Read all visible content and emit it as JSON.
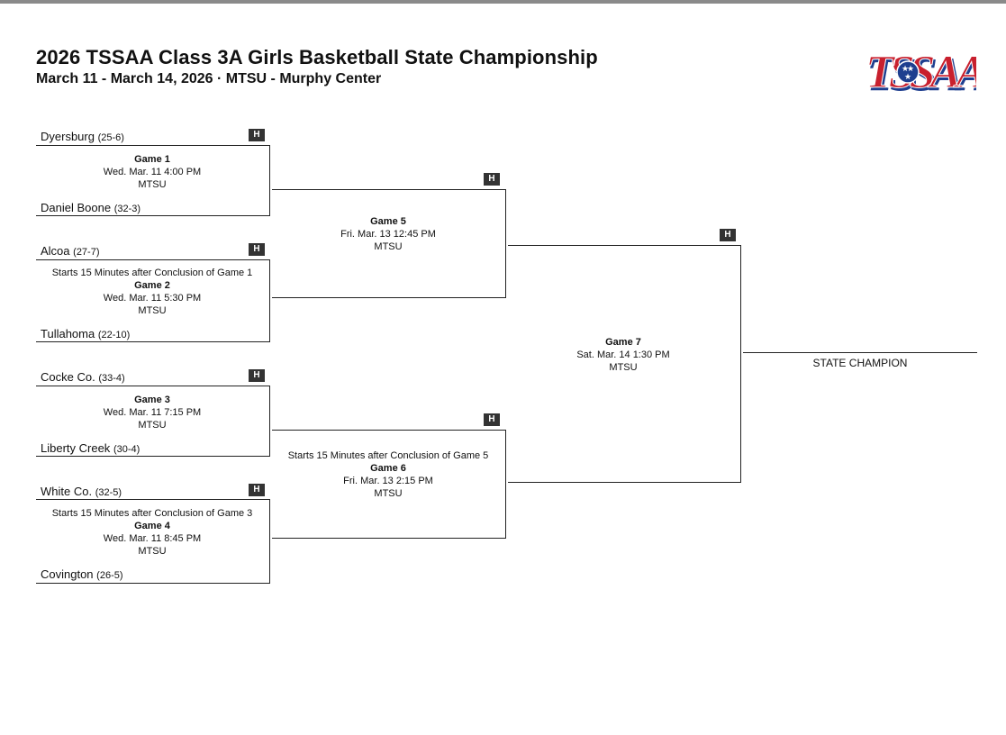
{
  "header": {
    "title": "2026 TSSAA Class 3A Girls Basketball State Championship",
    "subtitle": "March 11 - March 14, 2026 · MTSU - Murphy Center",
    "logo_text": "TSSAA"
  },
  "host_badge": "H",
  "teams": [
    {
      "name": "Dyersburg",
      "record": "(25-6)"
    },
    {
      "name": "Daniel Boone",
      "record": "(32-3)"
    },
    {
      "name": "Alcoa",
      "record": "(27-7)"
    },
    {
      "name": "Tullahoma",
      "record": "(22-10)"
    },
    {
      "name": "Cocke Co.",
      "record": "(33-4)"
    },
    {
      "name": "Liberty Creek",
      "record": "(30-4)"
    },
    {
      "name": "White Co.",
      "record": "(32-5)"
    },
    {
      "name": "Covington",
      "record": "(26-5)"
    }
  ],
  "games": [
    {
      "note": "",
      "name": "Game 1",
      "time": "Wed. Mar. 11 4:00 PM",
      "venue": "MTSU"
    },
    {
      "note": "Starts 15 Minutes after Conclusion of Game 1",
      "name": "Game 2",
      "time": "Wed. Mar. 11 5:30 PM",
      "venue": "MTSU"
    },
    {
      "note": "",
      "name": "Game 3",
      "time": "Wed. Mar. 11 7:15 PM",
      "venue": "MTSU"
    },
    {
      "note": "Starts 15 Minutes after Conclusion of Game 3",
      "name": "Game 4",
      "time": "Wed. Mar. 11 8:45 PM",
      "venue": "MTSU"
    },
    {
      "note": "",
      "name": "Game 5",
      "time": "Fri. Mar. 13 12:45 PM",
      "venue": "MTSU"
    },
    {
      "note": "Starts 15 Minutes after Conclusion of Game 5",
      "name": "Game 6",
      "time": "Fri. Mar. 13 2:15 PM",
      "venue": "MTSU"
    },
    {
      "note": "",
      "name": "Game 7",
      "time": "Sat. Mar. 14 1:30 PM",
      "venue": "MTSU"
    }
  ],
  "champion_label": "STATE CHAMPION"
}
